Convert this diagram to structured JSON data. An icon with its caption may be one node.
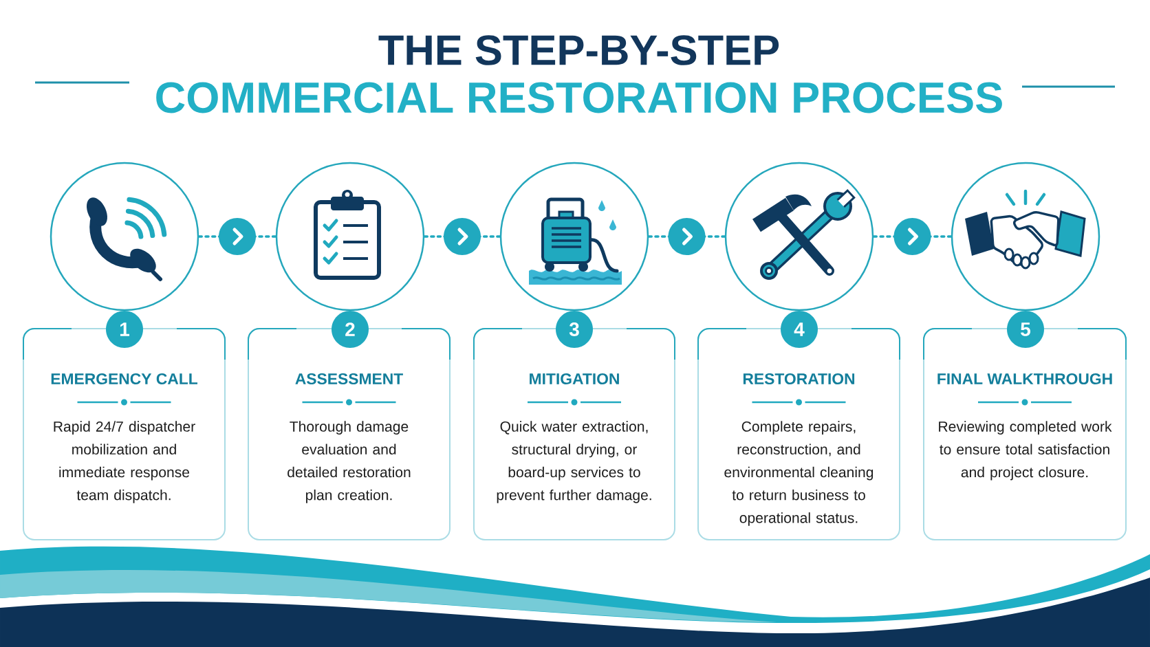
{
  "diagram": {
    "title": "THE STEP-BY-STEP",
    "nodes": [
      {
        "text": [],
        "shape": "circle"
      },
      {
        "text": [
          "1"
        ]
      },
      {
        "text": [
          "EMERGENCY CALL",
          "Rapid 24/7 dispatcher mobilization and immediate response team dispatch."
        ]
      },
      {
        "text": [],
        "shape": "circle"
      },
      {
        "text": [
          "2"
        ]
      },
      {
        "text": [
          "ASSESSMENT",
          "Thorough damage evaluation and detailed restoration plan creation."
        ]
      },
      {
        "text": [],
        "shape": "circle"
      },
      {
        "text": [
          "3"
        ]
      },
      {
        "text": [
          "MITIGATION",
          "Quick water extraction, structural drying, or board-up services to prevent further damage."
        ]
      },
      {
        "text": [],
        "shape": "circle"
      },
      {
        "text": [
          "4"
        ]
      },
      {
        "text": [
          "RESTORATION",
          "Complete repairs, reconstruction, and environmental cleaning to return business to operational status."
        ]
      },
      {
        "text": [],
        "shape": "circle"
      },
      {
        "text": [
          "5"
        ]
      },
      {
        "text": [
          "FINAL WALKTHROUGH",
          "Reviewing completed work to ensure total satisfaction and project closure."
        ]
      }
    ],
    "edges": [
      {
        "from": 0,
        "to": 3,
        "arrow": "to",
        "style": "dashed"
      },
      {
        "from": 3,
        "to": 6,
        "arrow": "to",
        "style": "dashed"
      },
      {
        "from": 6,
        "to": 9,
        "arrow": "to",
        "style": "dashed"
      },
      {
        "from": 9,
        "to": 12,
        "arrow": "to",
        "style": "dashed"
      }
    ],
    "labels": [
      "COMMERCIAL RESTORATION PROCESS"
    ]
  }
}
